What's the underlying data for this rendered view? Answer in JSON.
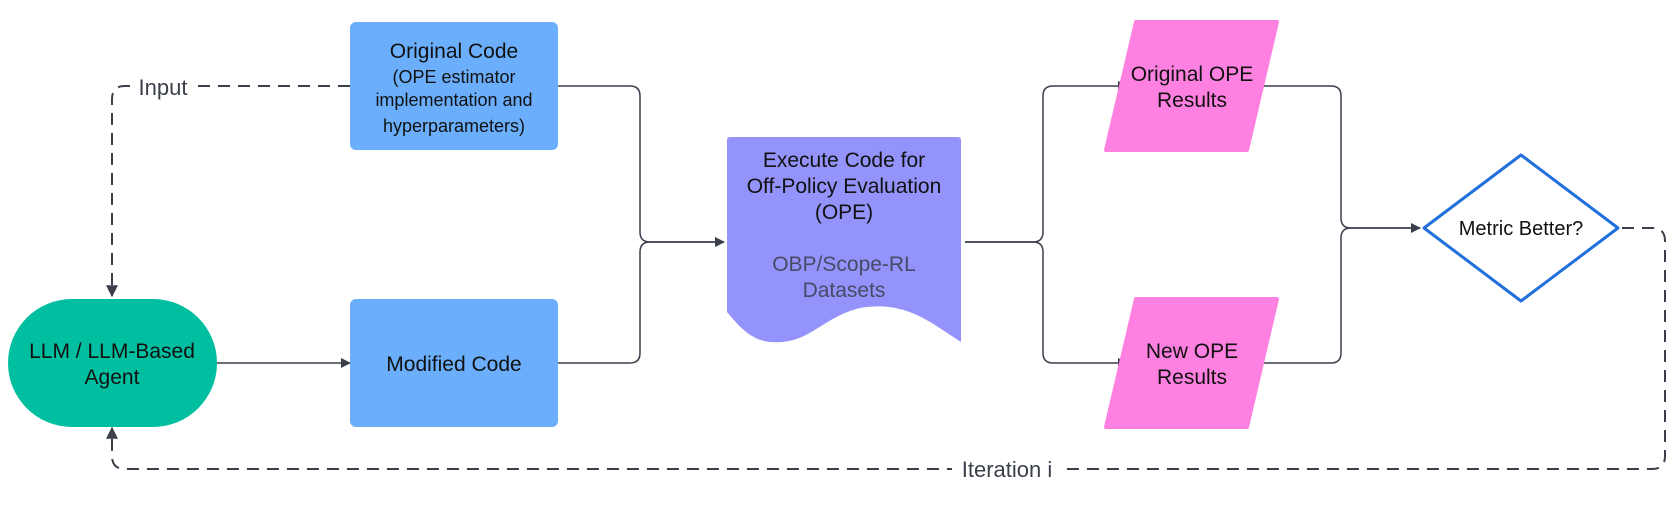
{
  "nodes": {
    "original_code": {
      "title": "Original Code",
      "detail_lines": [
        "(OPE estimator",
        "implementation and",
        "hyperparameters)"
      ]
    },
    "modified_code": {
      "title": "Modified Code"
    },
    "agent": {
      "lines": [
        "LLM / LLM-Based",
        "Agent"
      ]
    },
    "execute": {
      "lines": [
        "Execute Code for",
        "Off-Policy Evaluation",
        "(OPE)"
      ],
      "dataset_lines": [
        "OBP/Scope-RL",
        "Datasets"
      ]
    },
    "original_results": {
      "lines": [
        "Original OPE",
        "Results"
      ]
    },
    "new_results": {
      "lines": [
        "New OPE",
        "Results"
      ]
    },
    "decision": {
      "label": "Metric Better?"
    }
  },
  "edge_labels": {
    "input": "Input",
    "iteration": "Iteration i"
  },
  "colors": {
    "code_box": "#6aaefc",
    "agent": "#00bfa0",
    "execute": "#9393fb",
    "results": "#fe80e0",
    "decision_stroke": "#1f6fdc",
    "connector": "#3a3f4a"
  }
}
